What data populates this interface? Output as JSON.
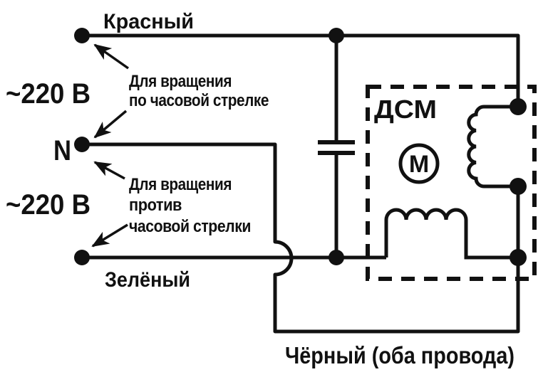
{
  "diagram": {
    "type": "motor-wiring-schematic",
    "labels": {
      "red_wire": "Красный",
      "green_wire": "Зелёный",
      "black_wire": "Чёрный (оба провода)",
      "neutral": "N",
      "voltage_top": "~220 В",
      "voltage_bottom": "~220 В",
      "motor_box": "ДСМ",
      "motor_letter": "М"
    },
    "annotations": {
      "clockwise": {
        "line1": "Для вращения",
        "line2": "по часовой стрелке"
      },
      "counterclockwise": {
        "line1": "Для вращения",
        "line2": "против",
        "line3": "часовой стрелки"
      }
    },
    "components": {
      "capacitor": "конденсатор",
      "vertical_coil": "обмотка",
      "horizontal_coil": "обмотка",
      "motor": "М в круге"
    },
    "colors": {
      "ink": "#111111",
      "background": "#ffffff"
    }
  }
}
